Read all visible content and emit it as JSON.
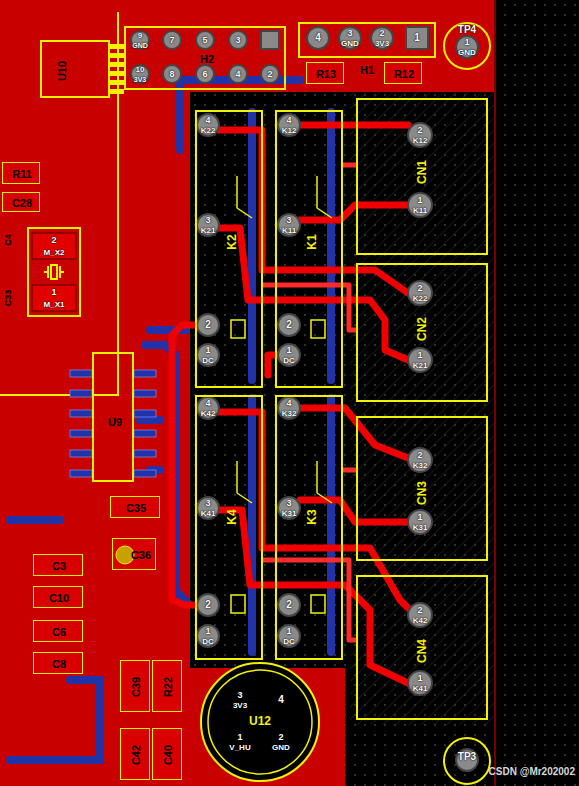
{
  "diagram": {
    "nodes": [
      {
        "text": [
          "U10"
        ]
      },
      {
        "text": [
          "H2"
        ]
      },
      {
        "text": [
          "H1"
        ]
      },
      {
        "text": [
          "R13"
        ]
      },
      {
        "text": [
          "R12"
        ]
      },
      {
        "text": [
          "TP4"
        ]
      },
      {
        "text": [
          "R11"
        ]
      },
      {
        "text": [
          "C28"
        ]
      },
      {
        "text": [
          "U9"
        ]
      },
      {
        "text": [
          "C35"
        ]
      },
      {
        "text": [
          "C36"
        ]
      },
      {
        "text": [
          "C3"
        ]
      },
      {
        "text": [
          "C10"
        ]
      },
      {
        "text": [
          "C6"
        ]
      },
      {
        "text": [
          "C8"
        ]
      },
      {
        "text": [
          "C39"
        ]
      },
      {
        "text": [
          "R22"
        ]
      },
      {
        "text": [
          "C42"
        ]
      },
      {
        "text": [
          "C40"
        ]
      },
      {
        "text": [
          "K2"
        ]
      },
      {
        "text": [
          "K1"
        ]
      },
      {
        "text": [
          "CN1"
        ]
      },
      {
        "text": [
          "CN2"
        ]
      },
      {
        "text": [
          "K4"
        ]
      },
      {
        "text": [
          "K3"
        ]
      },
      {
        "text": [
          "CN3"
        ]
      },
      {
        "text": [
          "CN4"
        ]
      },
      {
        "text": [
          "U12"
        ]
      },
      {
        "text": [
          "TP3"
        ]
      }
    ],
    "edges": [
      {
        "from": 20,
        "to": 21,
        "arrow": "none"
      },
      {
        "from": 19,
        "to": 22,
        "arrow": "none"
      },
      {
        "from": 24,
        "to": 25,
        "arrow": "none"
      },
      {
        "from": 23,
        "to": 26,
        "arrow": "none"
      }
    ],
    "labels": [
      "9",
      "GND",
      "7",
      "5",
      "3",
      "10",
      "3V3",
      "8",
      "6",
      "4",
      "2",
      "4",
      "3",
      "GND",
      "2",
      "3V3",
      "1",
      "1",
      "GND",
      "2",
      "M_X2",
      "1",
      "M_X1",
      "4",
      "K22",
      "3",
      "K21",
      "2",
      "1",
      "DC",
      "4",
      "K12",
      "3",
      "K11",
      "2",
      "1",
      "DC",
      "2",
      "K12",
      "1",
      "K11",
      "2",
      "K22",
      "1",
      "K21",
      "4",
      "K42",
      "3",
      "K41",
      "2",
      "1",
      "DC",
      "4",
      "K32",
      "3",
      "K31",
      "2",
      "1",
      "DC",
      "2",
      "K32",
      "1",
      "K31",
      "2",
      "K42",
      "1",
      "K41",
      "3",
      "3V3",
      "4",
      "1",
      "V_HU",
      "2",
      "GND",
      "C4",
      "C33",
      "CSDN @Mr202002"
    ]
  }
}
